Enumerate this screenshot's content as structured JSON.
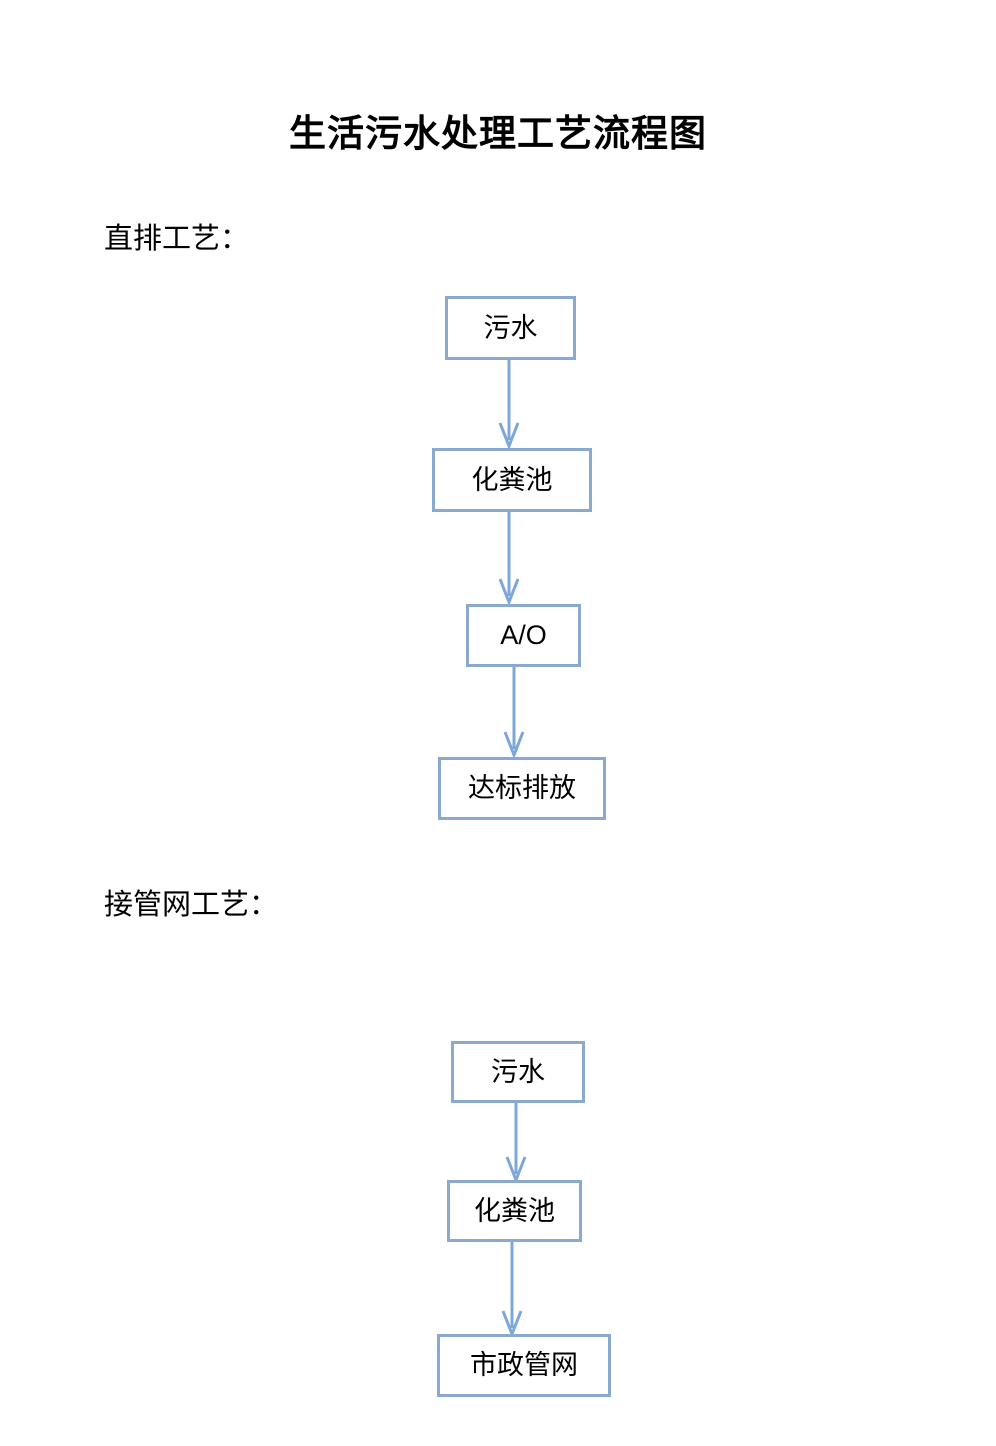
{
  "document": {
    "title": "生活污水处理工艺流程图"
  },
  "sections": [
    {
      "label": "直排工艺：",
      "flow": {
        "nodes": [
          {
            "label": "污水",
            "script": "cjk"
          },
          {
            "label": "化粪池",
            "script": "cjk"
          },
          {
            "label": "A/O",
            "script": "latin"
          },
          {
            "label": "达标排放",
            "script": "cjk"
          }
        ],
        "connectors": [
          {
            "from": "污水",
            "to": "化粪池",
            "kind": "arrow-down"
          },
          {
            "from": "化粪池",
            "to": "A/O",
            "kind": "arrow-down"
          },
          {
            "from": "A/O",
            "to": "达标排放",
            "kind": "arrow-down"
          }
        ]
      }
    },
    {
      "label": "接管网工艺：",
      "flow": {
        "nodes": [
          {
            "label": "污水",
            "script": "cjk"
          },
          {
            "label": "化粪池",
            "script": "cjk"
          },
          {
            "label": "市政管网",
            "script": "cjk"
          }
        ],
        "connectors": [
          {
            "from": "污水",
            "to": "化粪池",
            "kind": "arrow-down"
          },
          {
            "from": "化粪池",
            "to": "市政管网",
            "kind": "arrow-down"
          }
        ]
      }
    }
  ],
  "style": {
    "box_border_color": "#8aa9cd",
    "box_fill_color": "#ffffff",
    "arrow_color": "#7da7d9",
    "text_color": "#000000",
    "page_background": "#ffffff"
  }
}
